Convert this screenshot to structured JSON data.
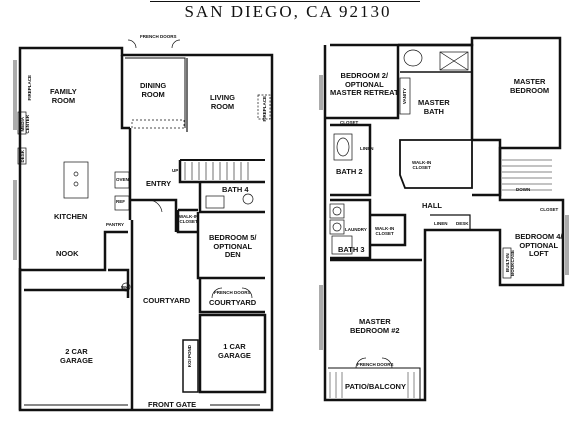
{
  "title": "SAN DIEGO, CA 92130",
  "first_floor": {
    "family_room": "FAMILY\nROOM",
    "fireplace_left": "FIREPLACE",
    "media_center": "MEDIA\nCENTER",
    "desk_left": "DESK",
    "kitchen": "KITCHEN",
    "nook": "NOOK",
    "pantry": "PANTRY",
    "oven": "OVEN",
    "refrigerator": "REF",
    "up": "UP",
    "wh": "WH",
    "dining_room": "DINING\nROOM",
    "french_doors_top": "FRENCH DOORS",
    "living_room": "LIVING\nROOM",
    "fireplace_right": "FIREPLACE",
    "entry": "ENTRY",
    "bath4": "BATH 4",
    "walk_in_closet": "WALK-IN\nCLOSET",
    "bedroom5": "BEDROOM 5/\nOPTIONAL\nDEN",
    "french_doors_mid": "FRENCH DOORS",
    "courtyard_small": "COURTYARD",
    "courtyard": "COURTYARD",
    "garage2": "2 CAR\nGARAGE",
    "koi_pond": "KOI POND",
    "garage1": "1 CAR\nGARAGE",
    "front_gate": "FRONT GATE"
  },
  "second_floor": {
    "bedroom2": "BEDROOM 2/\nOPTIONAL\nMASTER RETREAT",
    "closet_top": "CLOSET",
    "linen_top": "LINEN",
    "vanity": "VANITY",
    "master_bath": "MASTER\nBATH",
    "master_bedroom": "MASTER\nBEDROOM",
    "walk_in_closet": "WALK-IN\nCLOSET",
    "bath2": "BATH 2",
    "down": "DOWN",
    "hall": "HALL",
    "bath3": "BATH 3",
    "laundry": "LAUNDRY",
    "walk_in_closet2": "WALK-IN\nCLOSET",
    "linen": "LINEN",
    "desk": "DESK",
    "closet_right": "CLOSET",
    "bedroom4": "BEDROOM 4/\nOPTIONAL\nLOFT",
    "builtin_bookcase": "BUILT-IN\nBOOKCASE",
    "master_bedroom2": "MASTER\nBEDROOM #2",
    "french_doors_bottom": "FRENCH DOORS",
    "patio": "PATIO/BALCONY"
  }
}
